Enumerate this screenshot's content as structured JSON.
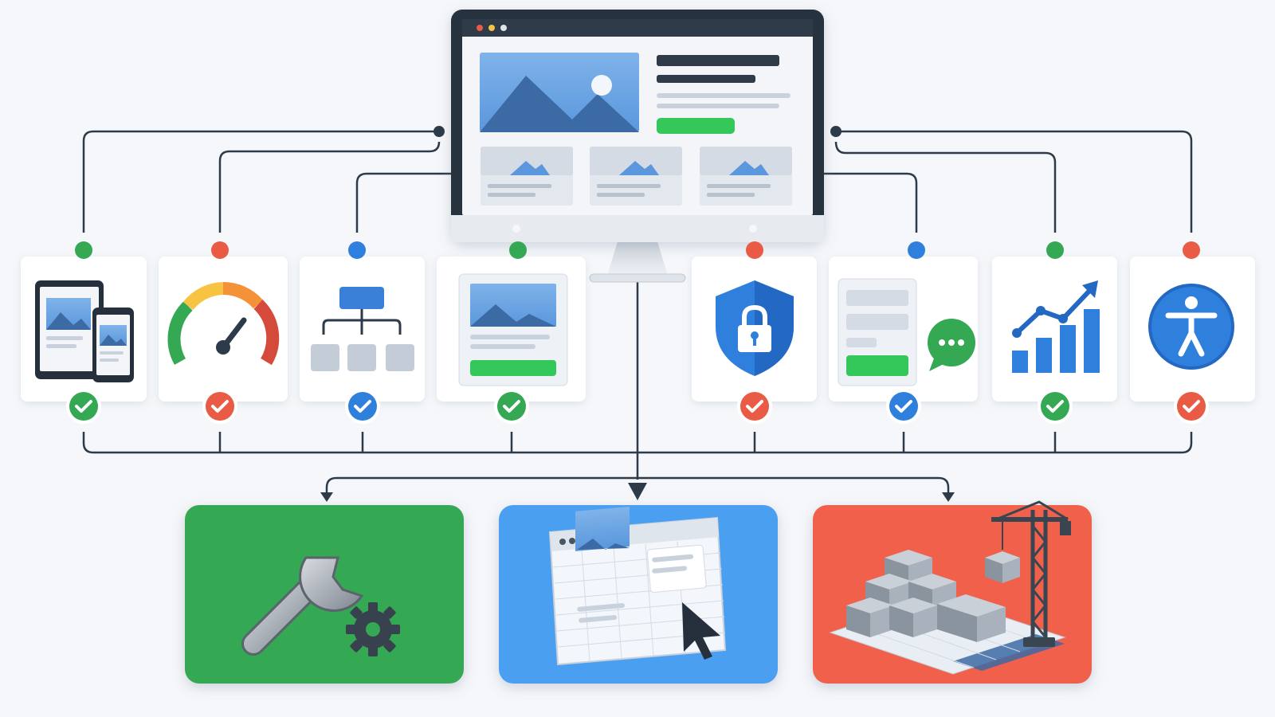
{
  "colors": {
    "background": "#f5f7fa",
    "green": "#34a853",
    "red": "#ea5b45",
    "blue": "#2f7fdc",
    "connector": "#2c3a4a",
    "card": "#ffffff",
    "maintain_panel": "#34a853",
    "redesign_panel": "#4c9ff0",
    "rebuild_panel": "#f0604c"
  },
  "hero": {
    "icon": "desktop-monitor-website-icon"
  },
  "audit_cards": [
    {
      "icon": "responsive-devices-icon",
      "status": "green"
    },
    {
      "icon": "speed-gauge-icon",
      "status": "red"
    },
    {
      "icon": "sitemap-hierarchy-icon",
      "status": "blue"
    },
    {
      "icon": "content-layout-icon",
      "status": "green"
    },
    {
      "icon": "security-shield-lock-icon",
      "status": "red"
    },
    {
      "icon": "form-chat-icon",
      "status": "blue"
    },
    {
      "icon": "growth-analytics-icon",
      "status": "green"
    },
    {
      "icon": "accessibility-icon",
      "status": "red"
    }
  ],
  "outcomes": [
    {
      "icon": "wrench-gear-icon",
      "color": "green"
    },
    {
      "icon": "wireframe-cursor-icon",
      "color": "blue"
    },
    {
      "icon": "crane-blocks-icon",
      "color": "red"
    }
  ]
}
